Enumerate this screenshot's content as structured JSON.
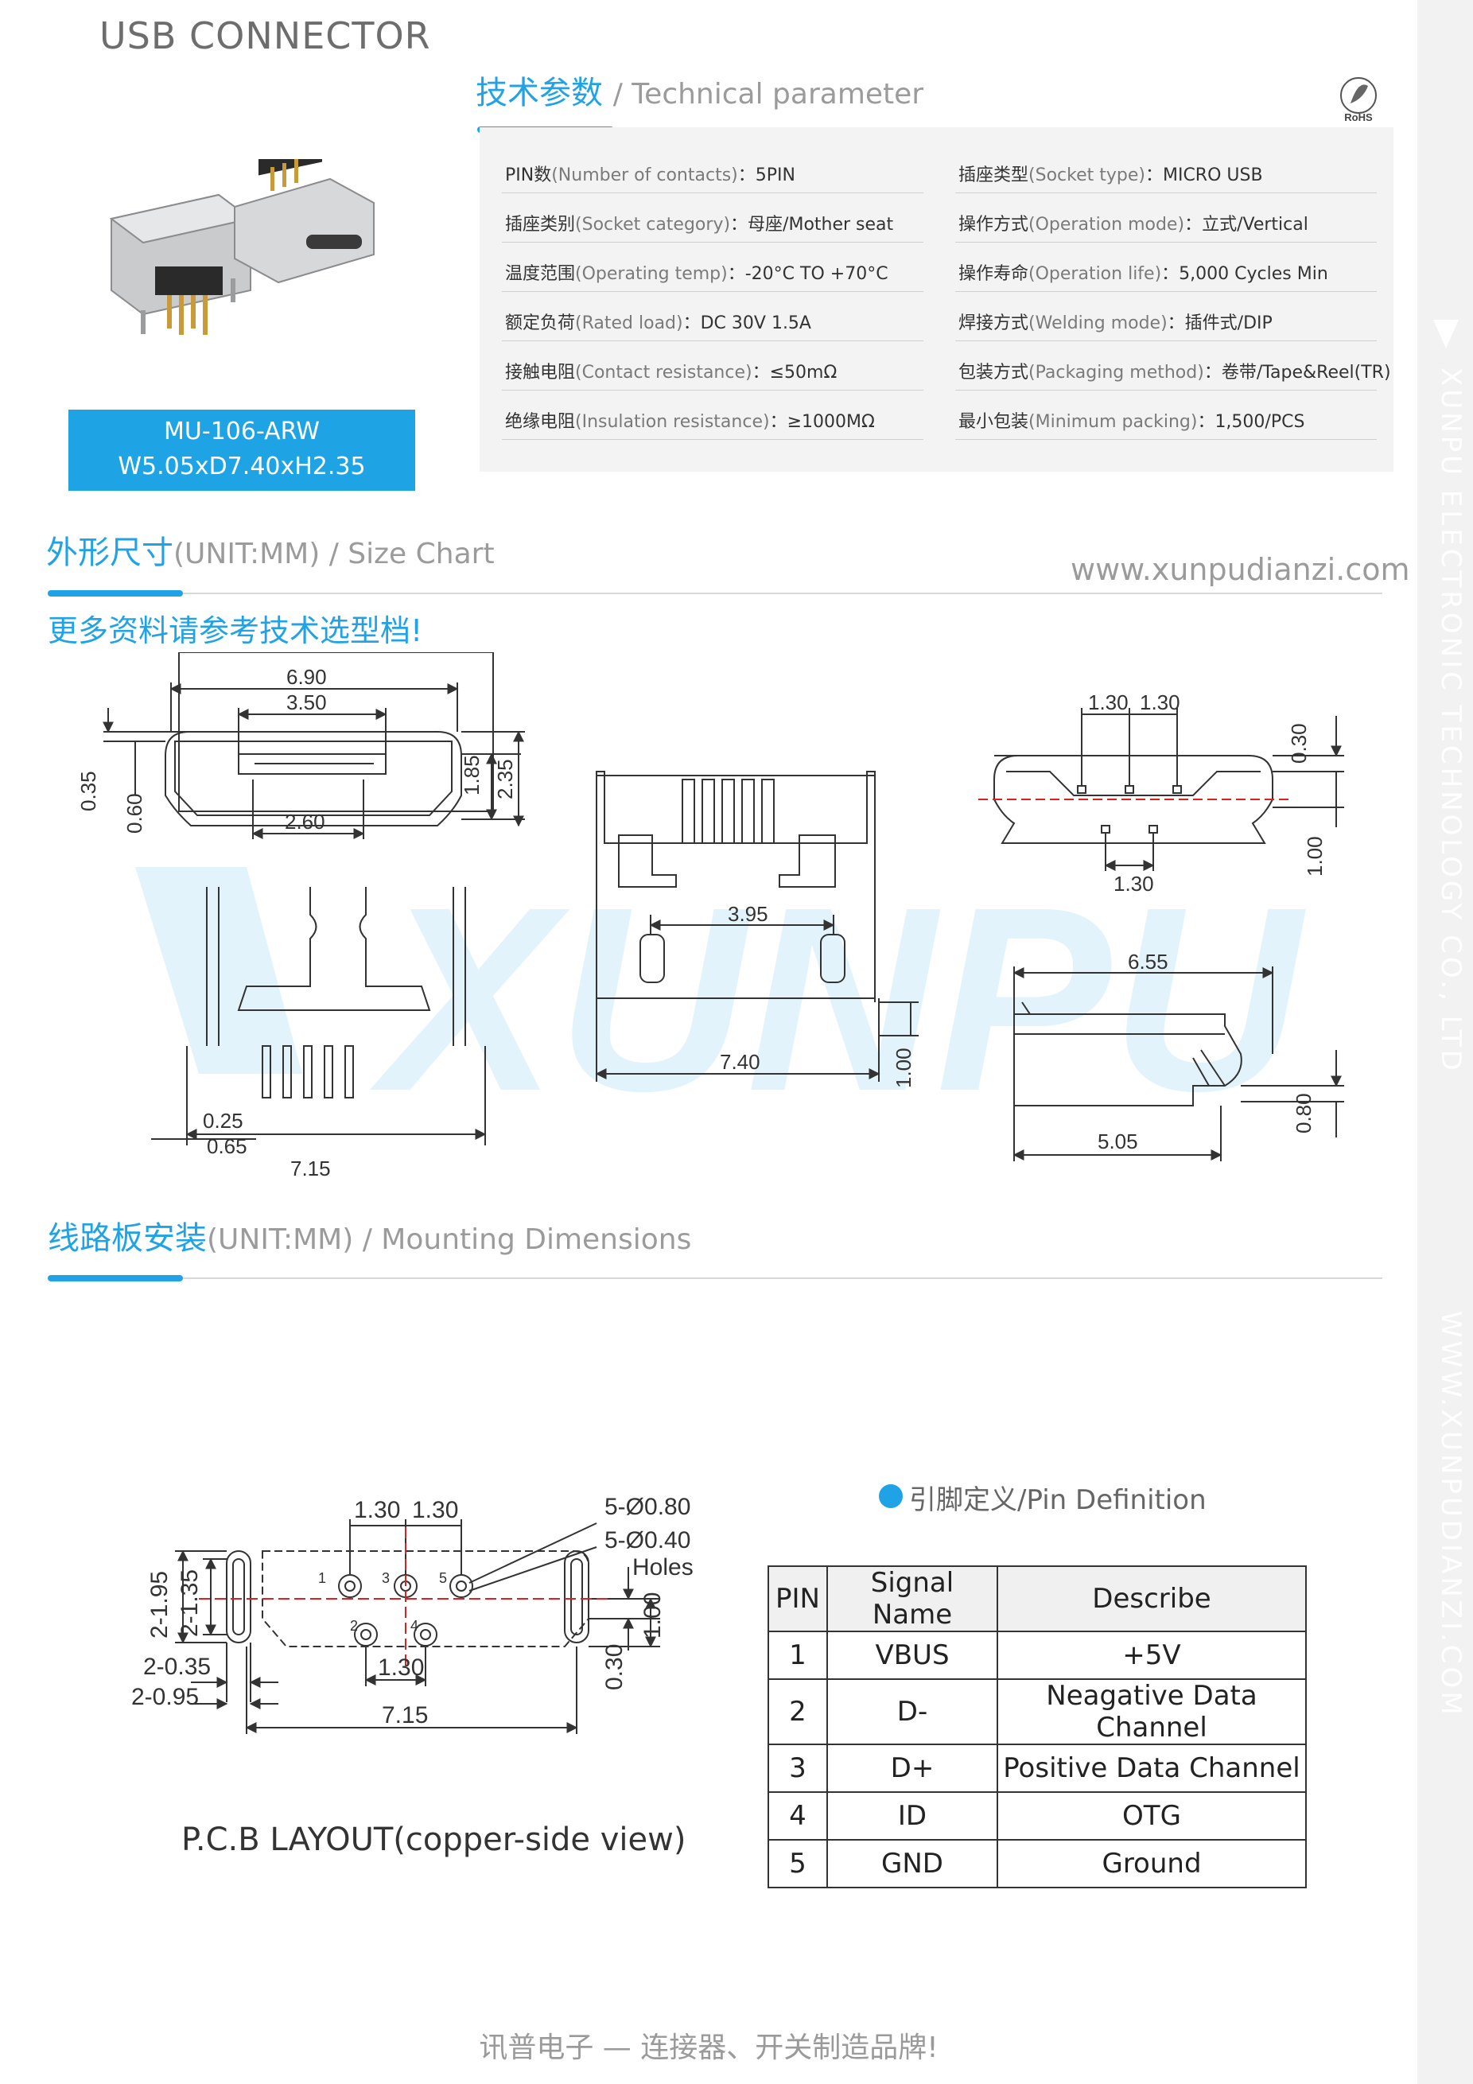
{
  "header": {
    "title": "USB CONNECTOR"
  },
  "tech": {
    "title_cn": "技术参数",
    "title_en": "/ Technical parameter",
    "rohs": "RoHS"
  },
  "params": [
    {
      "cn": "PIN数",
      "en": "(Number of contacts)",
      "val": "：5PIN"
    },
    {
      "cn": "插座类型",
      "en": "(Socket type)",
      "val": "：MICRO USB"
    },
    {
      "cn": "插座类别",
      "en": "(Socket category)",
      "val": "：母座/Mother seat"
    },
    {
      "cn": "操作方式",
      "en": "(Operation mode)",
      "val": "：立式/Vertical"
    },
    {
      "cn": "温度范围",
      "en": "(Operating temp)",
      "val": "：-20°C TO +70°C"
    },
    {
      "cn": "操作寿命",
      "en": "(Operation life)",
      "val": "：5,000 Cycles Min"
    },
    {
      "cn": "额定负荷",
      "en": "(Rated load)",
      "val": "：DC 30V 1.5A"
    },
    {
      "cn": "焊接方式",
      "en": "(Welding mode)",
      "val": "：插件式/DIP"
    },
    {
      "cn": "接触电阻",
      "en": "(Contact resistance)",
      "val": "：≤50mΩ"
    },
    {
      "cn": "包装方式",
      "en": "(Packaging method)",
      "val": "：卷带/Tape&Reel(TR)"
    },
    {
      "cn": "绝缘电阻",
      "en": "(Insulation resistance)",
      "val": "：≥1000MΩ"
    },
    {
      "cn": "最小包装",
      "en": "(Minimum packing)",
      "val": "：1,500/PCS"
    }
  ],
  "model": {
    "name": "MU-106-ARW",
    "dims": "W5.05xD7.40xH2.35"
  },
  "size_chart": {
    "title_cn": "外形尺寸",
    "title_en": "(UNIT:MM) / Size Chart"
  },
  "website": "www.xunpudianzi.com",
  "more_info": "更多资料请参考技术选型档!",
  "mounting": {
    "title_cn": "线路板安装",
    "title_en": "(UNIT:MM) / Mounting Dimensions"
  },
  "side_text": {
    "company": "XUNPU ELECTRONIC TECHNOLOGY CO., LTD",
    "url": "WWW.XUNPUDIANZI.COM"
  },
  "watermark": "XUNPU",
  "dims": {
    "d690": "6.90",
    "d350": "3.50",
    "d035": "0.35",
    "d060": "0.60",
    "d260": "2.60",
    "d185": "1.85",
    "d235": "2.35",
    "d025": "0.25",
    "d065": "0.65",
    "d715": "7.15",
    "d395": "3.95",
    "d740": "7.40",
    "d100": "1.00",
    "d130": "1.30",
    "d030": "0.30",
    "d655": "6.55",
    "d505": "5.05",
    "d080": "0.80"
  },
  "pcb": {
    "d130": "1.30",
    "h080": "5-Ø0.80",
    "h040": "5-Ø0.40",
    "holes": "Holes",
    "d2195": "2-1.95",
    "d2135": "2-1.35",
    "d2035": "2-0.35",
    "d2095": "2-0.95",
    "d100": "1.00",
    "d030": "0.30",
    "d715": "7.15",
    "pins": [
      "1",
      "2",
      "3",
      "4",
      "5"
    ],
    "caption": "P.C.B LAYOUT(copper-side view)"
  },
  "pin_def": {
    "title": "引脚定义/Pin Definition",
    "headers": [
      "PIN",
      "Signal Name",
      "Describe"
    ],
    "rows": [
      [
        "1",
        "VBUS",
        "+5V"
      ],
      [
        "2",
        "D-",
        "Neagative Data Channel"
      ],
      [
        "3",
        "D+",
        "Positive Data Channel"
      ],
      [
        "4",
        "ID",
        "OTG"
      ],
      [
        "5",
        "GND",
        "Ground"
      ]
    ]
  },
  "footer": "讯普电子 — 连接器、开关制造品牌!"
}
